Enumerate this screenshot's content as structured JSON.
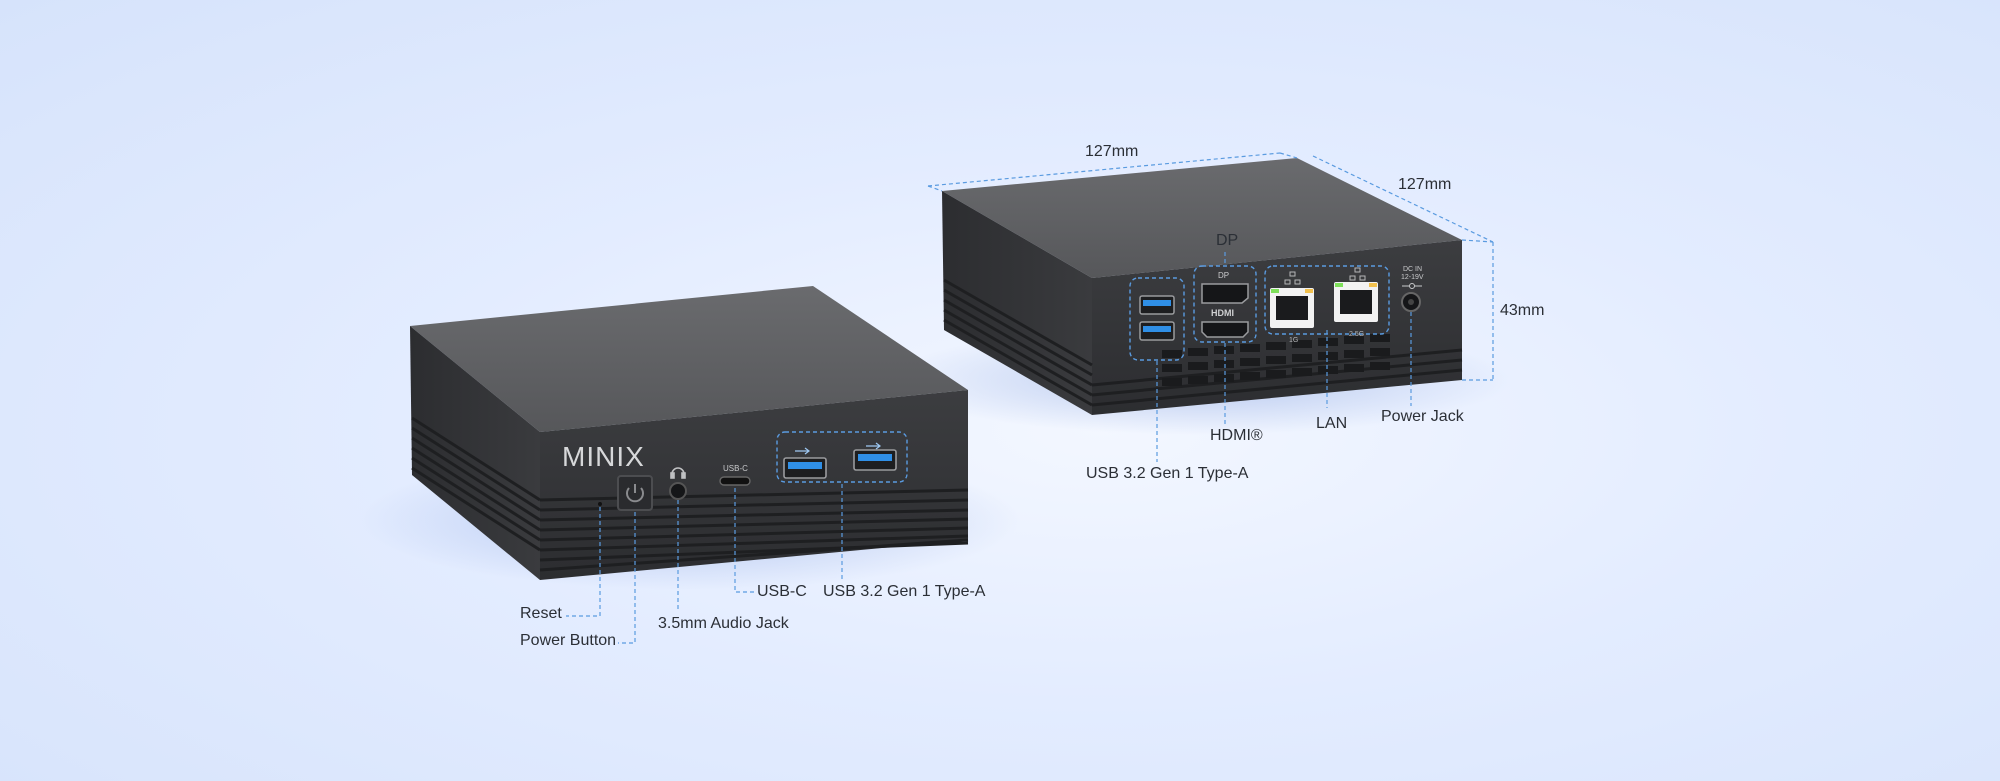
{
  "front": {
    "brand": "MINIX",
    "usb_c_port_label": "USB-C",
    "labels": {
      "reset": "Reset",
      "power_button": "Power Button",
      "audio_jack": "3.5mm Audio Jack",
      "usb_c": "USB-C",
      "usb_a": "USB 3.2 Gen 1 Type-A"
    }
  },
  "back": {
    "dp_port_label": "DP",
    "hdmi_port_label": "HDMI",
    "dc_in_label": "DC IN",
    "dc_voltage_label": "12-19V",
    "lan_left_speed": "1G",
    "lan_right_speed": "2.5G",
    "labels": {
      "dp": "DP",
      "hdmi": "HDMI®",
      "lan": "LAN",
      "power_jack": "Power Jack",
      "usb_a": "USB 3.2 Gen 1 Type-A"
    },
    "dimensions": {
      "width": "127mm",
      "depth": "127mm",
      "height": "43mm"
    }
  },
  "colors": {
    "accent_line": "#5a9be0",
    "usb3_blue": "#2f8fe6",
    "device_body": "#3a3b3e",
    "lan_led_green": "#7ee05a"
  }
}
